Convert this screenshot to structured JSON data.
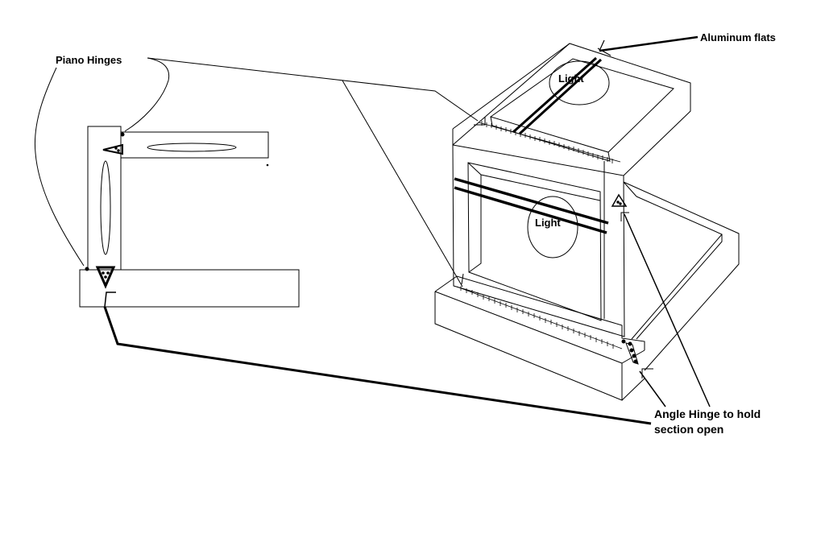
{
  "labels": {
    "piano_hinges": "Piano Hinges",
    "aluminum_flats": "Aluminum flats",
    "light_top": "Light",
    "light_front": "Light",
    "angle_hinge_line1": "Angle Hinge to hold",
    "angle_hinge_line2": "section open"
  },
  "colors": {
    "ink": "#000000",
    "paper": "#ffffff"
  }
}
